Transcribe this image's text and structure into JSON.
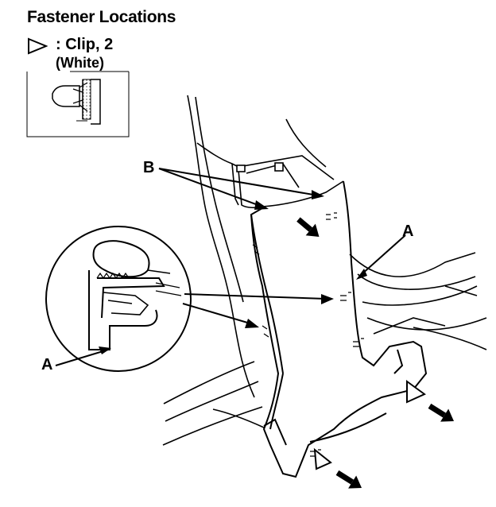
{
  "title": "Fastener Locations",
  "legend": {
    "symbol_icon": "triangle-outline-icon",
    "clip_text": ": Clip, 2",
    "color_text": "(White)"
  },
  "callouts": {
    "b_label": "B",
    "a_label_right": "A",
    "a_label_left": "A"
  }
}
